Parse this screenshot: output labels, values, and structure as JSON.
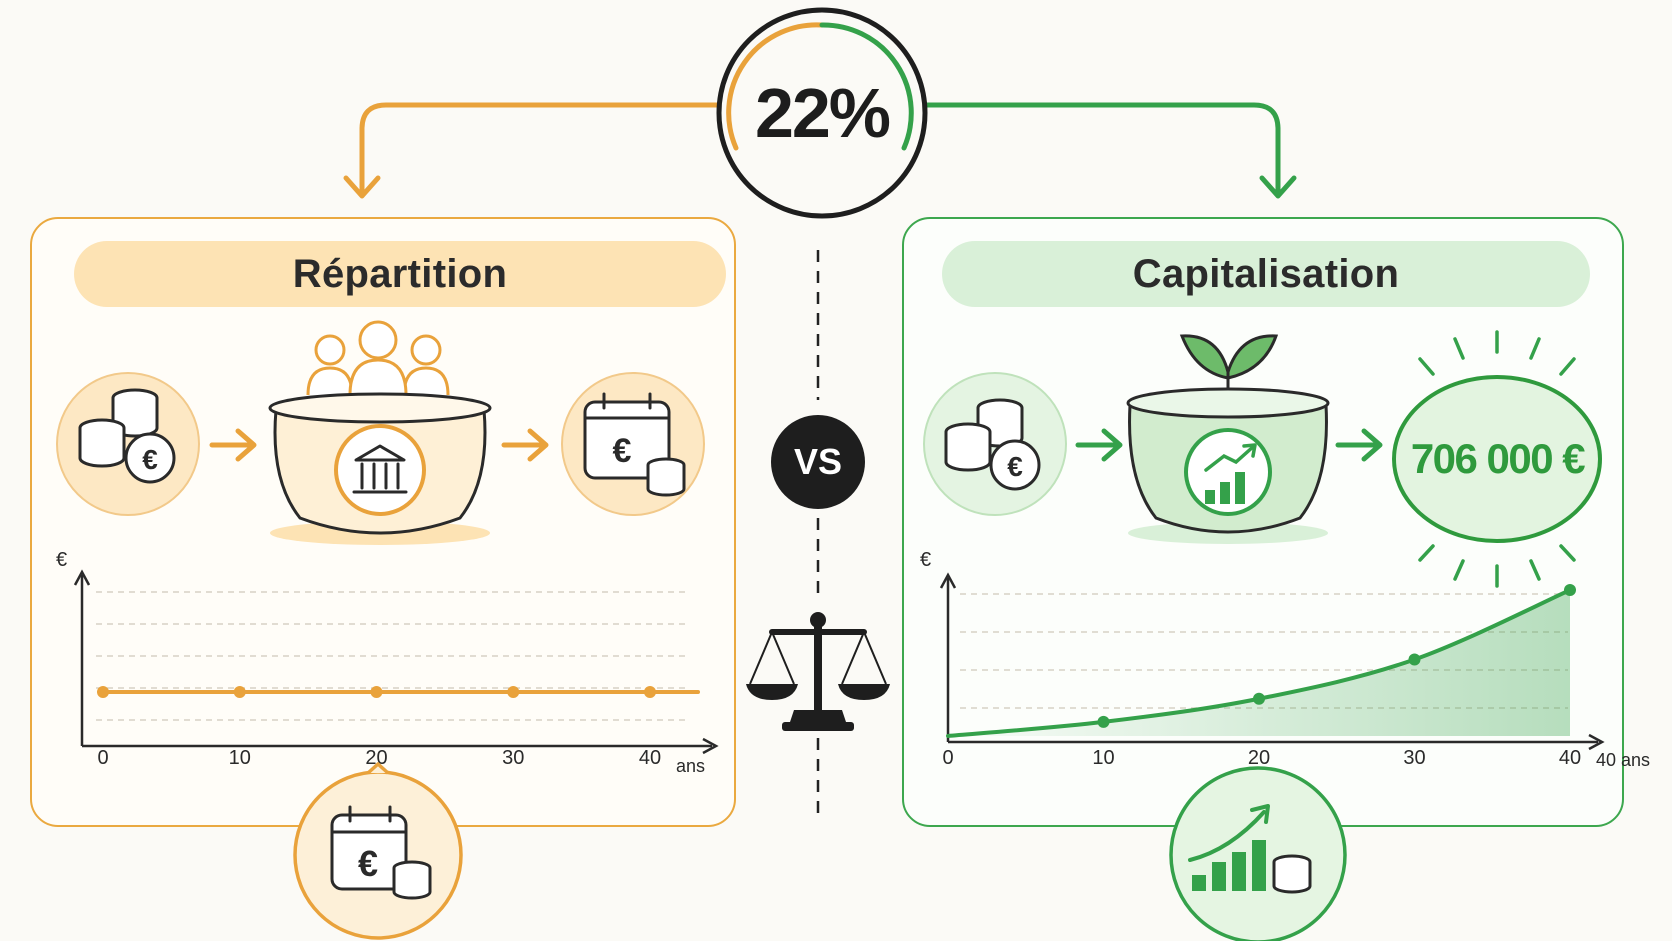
{
  "center": {
    "percentage": "22%",
    "vs_label": "VS"
  },
  "left": {
    "title": "Répartition",
    "chart_data": {
      "type": "line",
      "x": [
        0,
        10,
        20,
        30,
        40
      ],
      "values": [
        1,
        1,
        1,
        1,
        1
      ],
      "xlim": [
        0,
        40
      ],
      "ylim": [
        0,
        4
      ],
      "xlabel": "ans",
      "ylabel": "€",
      "xticks": [
        "0",
        "10",
        "20",
        "30",
        "40"
      ],
      "color": "#e9a23b"
    }
  },
  "right": {
    "title": "Capitalisation",
    "amount": "706 000 €",
    "chart_data": {
      "type": "area",
      "x": [
        0,
        10,
        20,
        30,
        40
      ],
      "values": [
        0,
        2.8,
        7.4,
        15.2,
        29.0
      ],
      "xlim": [
        0,
        40
      ],
      "ylim": [
        0,
        30
      ],
      "xlabel": "ans",
      "ylabel": "€",
      "xticks": [
        "0",
        "10",
        "20",
        "30",
        "40"
      ],
      "last_tick_label": "40 ans",
      "color": "#34a14a"
    }
  },
  "colors": {
    "orange": "#e9a23b",
    "green": "#34a14a",
    "dark": "#1e1e1e"
  }
}
